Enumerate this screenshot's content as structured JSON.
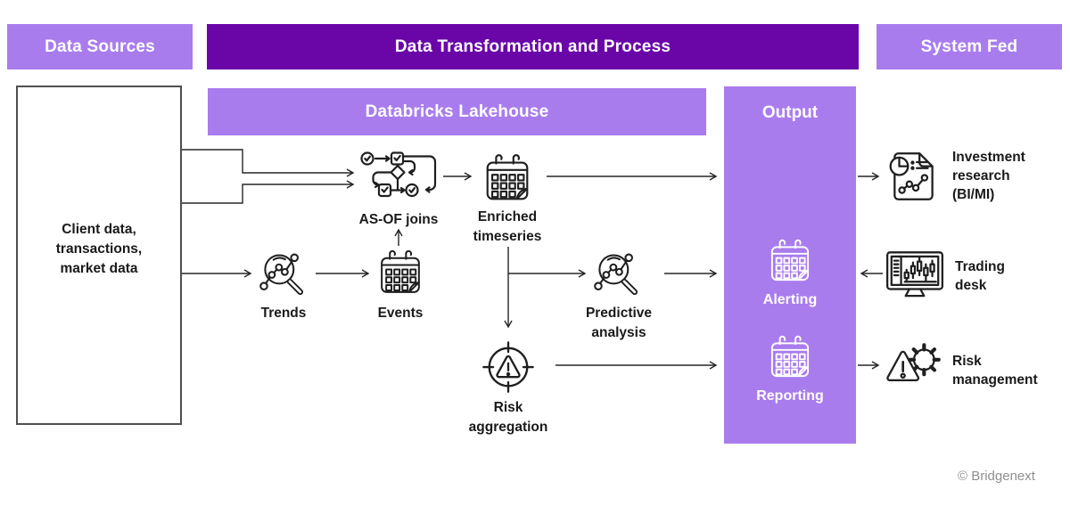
{
  "colors": {
    "dark_purple": "#6a06a8",
    "light_purple": "#a97cee",
    "line": "#262626",
    "text": "#1a1a1a",
    "muted": "#8f8f8f",
    "box_border": "#4f4f4f"
  },
  "headers": {
    "data_sources": "Data Sources",
    "transformation": "Data Transformation and Process",
    "system_fed": "System Fed"
  },
  "lakehouse": {
    "title": "Databricks Lakehouse"
  },
  "source_box": {
    "lines": [
      "Client data,",
      "transactions,",
      "market data"
    ]
  },
  "nodes": {
    "as_of_joins": {
      "label": "AS-OF joins",
      "icon": "workflow-icon"
    },
    "trends": {
      "label": "Trends",
      "icon": "magnifier-graph-icon"
    },
    "events": {
      "label": "Events",
      "icon": "calendar-icon"
    },
    "enriched_timeseries": {
      "lines": [
        "Enriched",
        "timeseries"
      ],
      "icon": "calendar-icon"
    },
    "predictive_analysis": {
      "lines": [
        "Predictive",
        "analysis"
      ],
      "icon": "magnifier-graph-icon"
    },
    "risk_aggregation": {
      "lines": [
        "Risk",
        "aggregation"
      ],
      "icon": "target-warning-icon"
    }
  },
  "output": {
    "title": "Output",
    "items": [
      {
        "label": "Alerting",
        "icon": "calendar-icon"
      },
      {
        "label": "Reporting",
        "icon": "calendar-icon"
      }
    ]
  },
  "system_fed_items": [
    {
      "lines": [
        "Investment",
        "research",
        "(BI/MI)"
      ],
      "icon": "document-chart-icon"
    },
    {
      "lines": [
        "Trading",
        "desk"
      ],
      "icon": "monitor-candlestick-icon"
    },
    {
      "lines": [
        "Risk",
        "management"
      ],
      "icon": "warning-gear-icon"
    }
  ],
  "footer": {
    "copyright": "© Bridgenext"
  }
}
